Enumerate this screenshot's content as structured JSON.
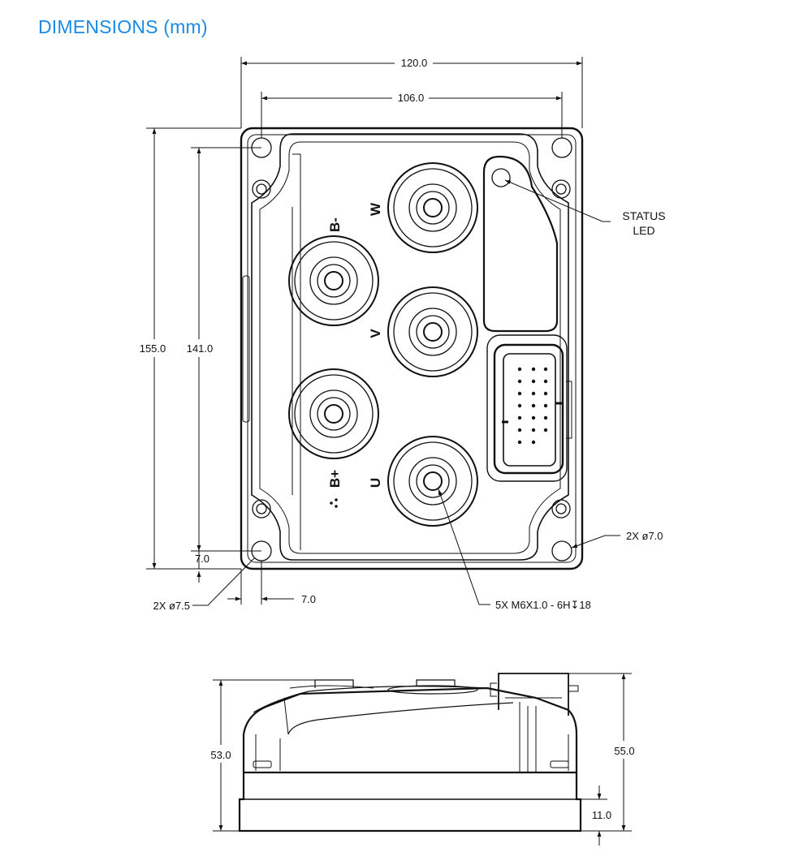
{
  "heading": "DIMENSIONS (mm)",
  "dimensions": {
    "overall_width": "120.0",
    "hole_spacing_width": "106.0",
    "overall_height": "155.0",
    "hole_spacing_height": "141.0",
    "edge_offset_vertical": "7.0",
    "edge_offset_horizontal": "7.0",
    "side_height_left": "53.0",
    "side_height_right": "55.0",
    "base_height": "11.0"
  },
  "callouts": {
    "status_led_line1": "STATUS",
    "status_led_line2": "LED",
    "mount_hole_small": "2X  ø7.0",
    "mount_hole_large": "2X  ø7.5",
    "thread_spec": "5X  M6X1.0 - 6H↧18"
  },
  "terminals": {
    "w": "W",
    "v": "V",
    "u": "U",
    "b_minus": "B-",
    "b_plus": "B+"
  },
  "colors": {
    "heading": "#1a8ae6",
    "line": "#111111"
  }
}
